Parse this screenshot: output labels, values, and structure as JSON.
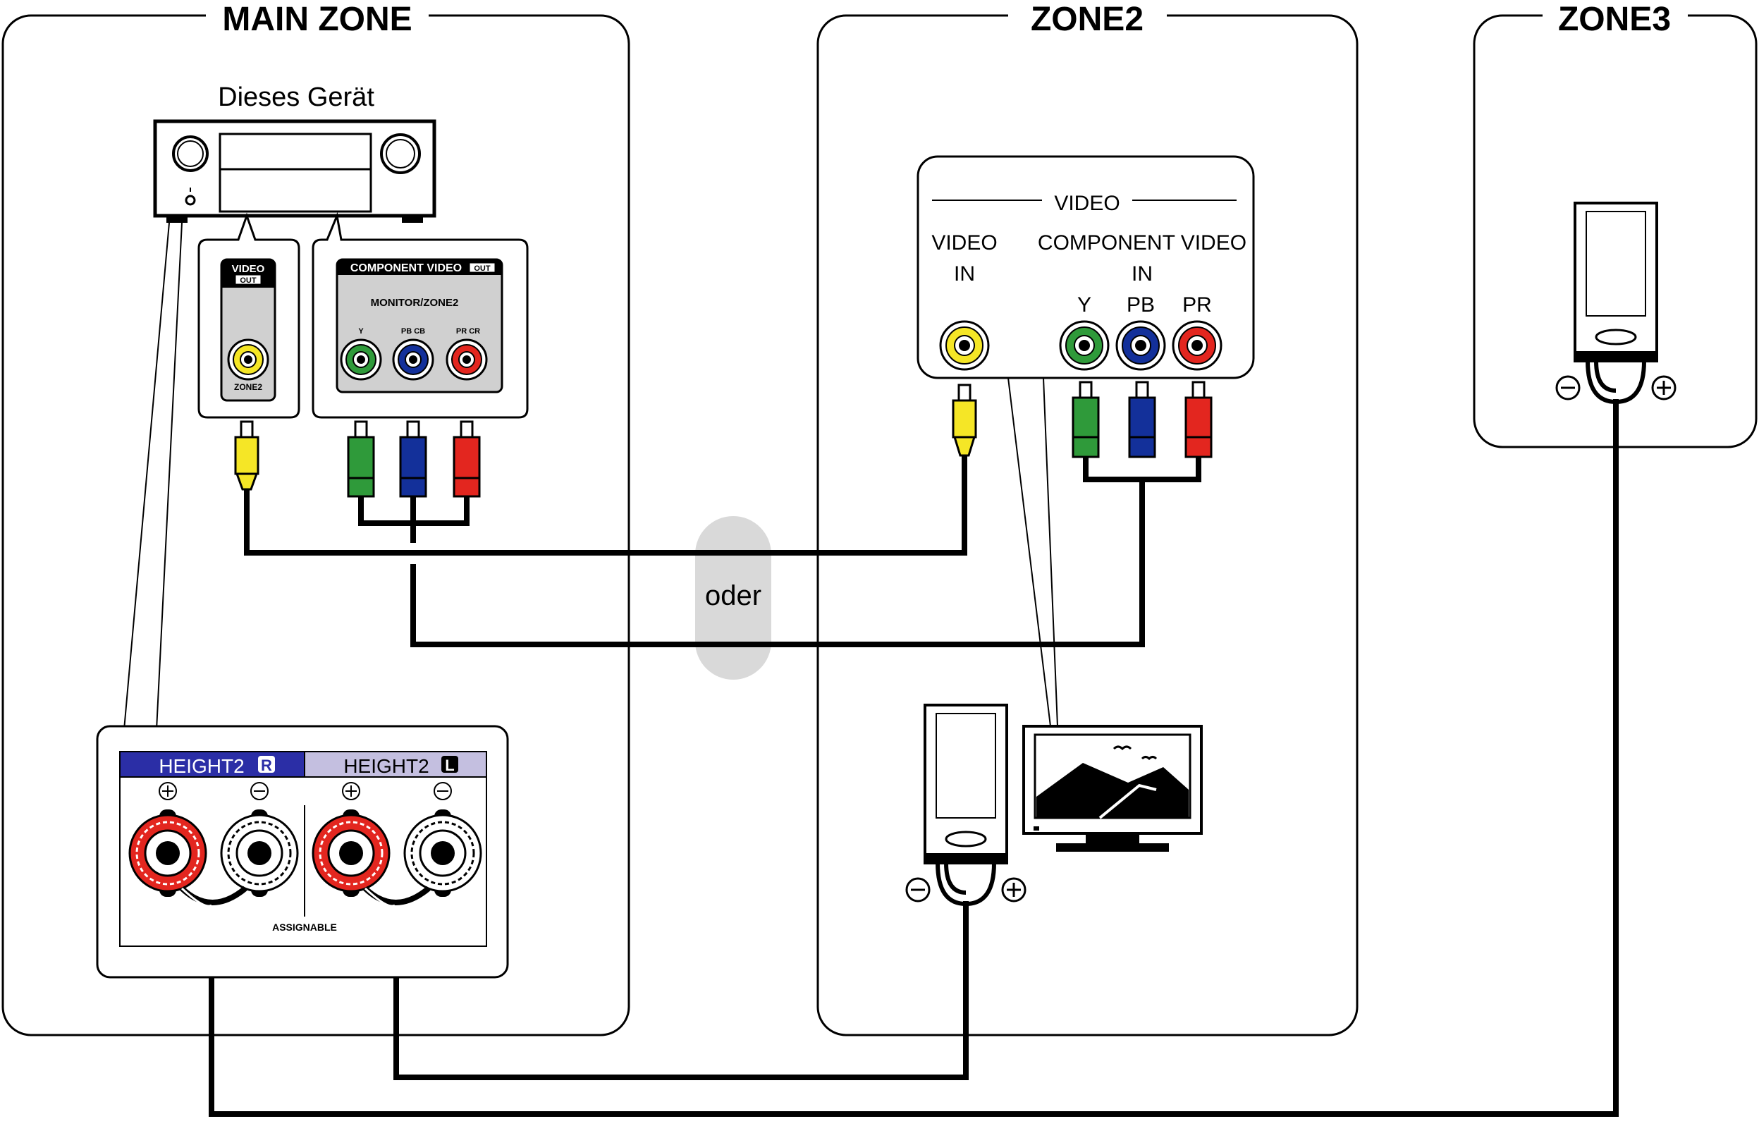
{
  "zones": {
    "main": "MAIN ZONE",
    "zone2": "ZONE2",
    "zone3": "ZONE3"
  },
  "device": {
    "label": "Dieses Gerät"
  },
  "video_out_panel": {
    "title": "VIDEO",
    "badge": "OUT",
    "jack_label": "ZONE2"
  },
  "component_out_panel": {
    "title": "COMPONENT VIDEO",
    "badge": "OUT",
    "subtitle": "MONITOR/ZONE2",
    "y": "Y",
    "pb": "PB CB",
    "pr": "PR CR"
  },
  "tv_input_panel": {
    "header": "VIDEO",
    "video_in_line1": "VIDEO",
    "video_in_line2": "IN",
    "component_line1": "COMPONENT VIDEO",
    "component_line2": "IN",
    "y": "Y",
    "pb": "PB",
    "pr": "PR"
  },
  "or_label": "oder",
  "speaker_panel": {
    "height2_r": "HEIGHT2",
    "height2_r_badge": "R",
    "height2_l": "HEIGHT2",
    "height2_l_badge": "L",
    "plus": "+",
    "minus": "−",
    "assignable": "ASSIGNABLE"
  },
  "colors": {
    "video_yellow": "#f5e626",
    "component_green": "#2f9a3a",
    "component_blue": "#13309a",
    "component_red": "#e3261f",
    "speaker_red": "#e3261f",
    "height_r_band": "#2b2ea6",
    "height_l_band": "#c4bfe0",
    "or_bubble": "#d9d9d9"
  }
}
